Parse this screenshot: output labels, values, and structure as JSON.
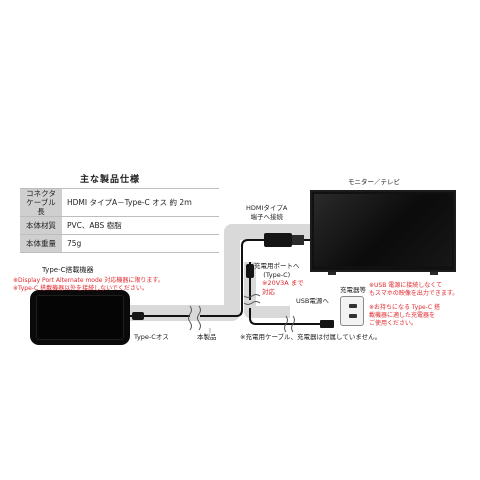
{
  "spec": {
    "title": "主な製品仕様",
    "rows": [
      {
        "key": "コネクタ\nケーブル長",
        "value": "HDMI タイプA－Type-C オス 約 2ｍ"
      },
      {
        "key": "本体材質",
        "value": "PVC、ABS 樹脂"
      },
      {
        "key": "本体重量",
        "value": "75g"
      }
    ]
  },
  "labels": {
    "tv": "モニター／テレビ",
    "hdmi_connect": "HDMIタイプA\n端子へ接続",
    "typec_device": "Type-C搭載機器",
    "note_dp": "※Display Port Alternate mode 対応機器に限ります。",
    "note_typec": "※Type-C 搭載機器以外を接続しないでください。",
    "charge_port": "充電用ポートへ\n(Type-C)",
    "charge_spec": "※20V3A まで\n対応",
    "usb_power": "USB電源へ",
    "charger": "充電器等",
    "usb_note": "※USB 電源に接続しなくて\nもスマホの映像を出力できます。",
    "typec_note": "※お持ちになる Type-C 搭\n載機器に適した充電器を\nご使用ください。",
    "typec_male": "Type-Cオス",
    "product": "本製品",
    "cable_note": "※充電用ケーブル、充電器は付属していません。"
  },
  "colors": {
    "accent_red": "#e0282e",
    "cable_gray": "#d9d9d9"
  },
  "icons": [
    "smartphone-icon",
    "tv-icon",
    "charger-icon",
    "hdmi-plug-icon",
    "typec-plug-icon",
    "break-mark-icon"
  ]
}
